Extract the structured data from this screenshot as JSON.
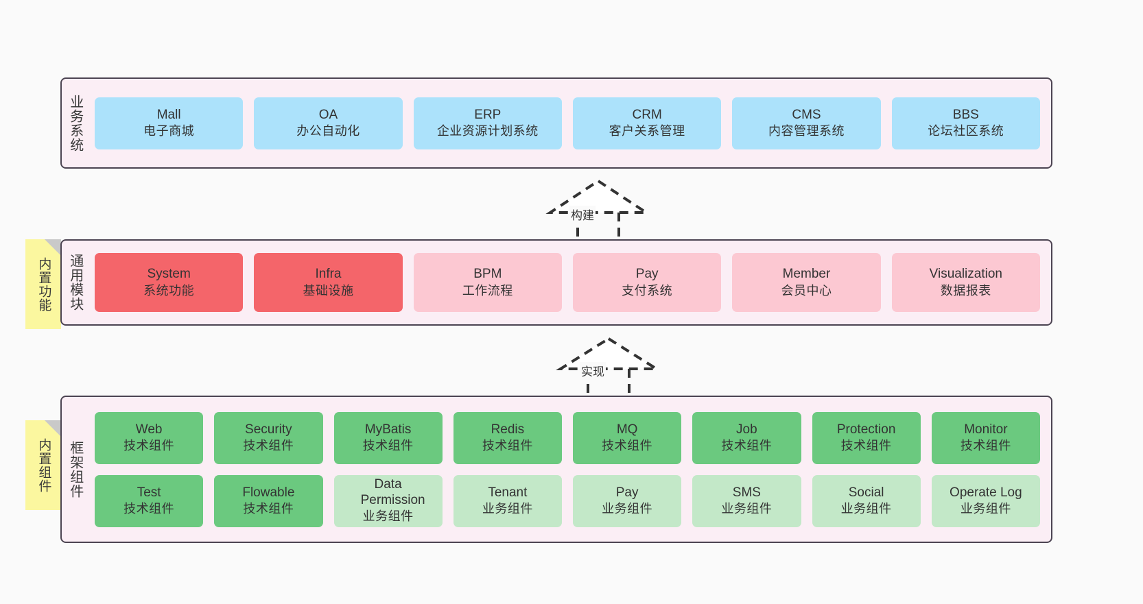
{
  "diagram": {
    "background_color": "#fafafa",
    "band_fill": "#fbeef5",
    "band_border": "#4c4452",
    "note_fill": "#fbf79f"
  },
  "layers": [
    {
      "id": "business-systems",
      "title": "业务系统",
      "accent": "#ace2fb",
      "cards": [
        {
          "en": "Mall",
          "cn": "电子商城"
        },
        {
          "en": "OA",
          "cn": "办公自动化"
        },
        {
          "en": "ERP",
          "cn": "企业资源计划系统"
        },
        {
          "en": "CRM",
          "cn": "客户关系管理"
        },
        {
          "en": "CMS",
          "cn": "内容管理系统"
        },
        {
          "en": "BBS",
          "cn": "论坛社区系统"
        }
      ]
    },
    {
      "id": "common-modules",
      "title": "通用模块",
      "note": "内置功能",
      "accent": "#f4656a",
      "cards": [
        {
          "en": "System",
          "cn": "系统功能",
          "tone": "red"
        },
        {
          "en": "Infra",
          "cn": "基础设施",
          "tone": "red"
        },
        {
          "en": "BPM",
          "cn": "工作流程",
          "tone": "pink"
        },
        {
          "en": "Pay",
          "cn": "支付系统",
          "tone": "pink"
        },
        {
          "en": "Member",
          "cn": "会员中心",
          "tone": "pink"
        },
        {
          "en": "Visualization",
          "cn": "数据报表",
          "tone": "pink"
        }
      ]
    },
    {
      "id": "framework-components",
      "title": "框架组件",
      "note": "内置组件",
      "accent": "#6bc97f",
      "rows": [
        [
          {
            "en": "Web",
            "cn": "技术组件",
            "tone": "green"
          },
          {
            "en": "Security",
            "cn": "技术组件",
            "tone": "green"
          },
          {
            "en": "MyBatis",
            "cn": "技术组件",
            "tone": "green"
          },
          {
            "en": "Redis",
            "cn": "技术组件",
            "tone": "green"
          },
          {
            "en": "MQ",
            "cn": "技术组件",
            "tone": "green"
          },
          {
            "en": "Job",
            "cn": "技术组件",
            "tone": "green"
          },
          {
            "en": "Protection",
            "cn": "技术组件",
            "tone": "green"
          },
          {
            "en": "Monitor",
            "cn": "技术组件",
            "tone": "green"
          }
        ],
        [
          {
            "en": "Test",
            "cn": "技术组件",
            "tone": "green"
          },
          {
            "en": "Flowable",
            "cn": "技术组件",
            "tone": "green"
          },
          {
            "en": "Data Permission",
            "cn": "业务组件",
            "tone": "lgreen"
          },
          {
            "en": "Tenant",
            "cn": "业务组件",
            "tone": "lgreen"
          },
          {
            "en": "Pay",
            "cn": "业务组件",
            "tone": "lgreen"
          },
          {
            "en": "SMS",
            "cn": "业务组件",
            "tone": "lgreen"
          },
          {
            "en": "Social",
            "cn": "业务组件",
            "tone": "lgreen"
          },
          {
            "en": "Operate Log",
            "cn": "业务组件",
            "tone": "lgreen"
          }
        ]
      ]
    }
  ],
  "connectors": [
    {
      "id": "build",
      "label": "构建",
      "style": "dashed-generalization"
    },
    {
      "id": "implement",
      "label": "实现",
      "style": "dashed-generalization"
    }
  ]
}
